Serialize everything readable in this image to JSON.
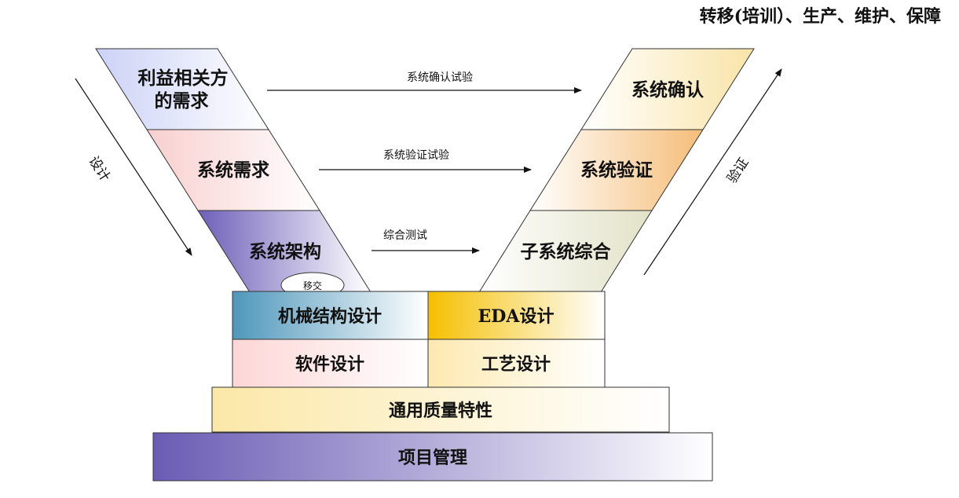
{
  "top_label": "转移(培训）、生产、维护、保障",
  "left_arrow_label": "设计",
  "right_arrow_label": "验证",
  "left_v": {
    "stakeholder_line1": "利益相关方",
    "stakeholder_line2": "的需求",
    "system_requirements": "系统需求",
    "system_architecture": "系统架构",
    "handover": "移交"
  },
  "right_v": {
    "system_validation": "系统确认",
    "system_verification": "系统验证",
    "subsystem_integration": "子系统综合"
  },
  "tests": {
    "validation_test": "系统确认试验",
    "verification_test": "系统验证试验",
    "integration_test": "综合测试"
  },
  "base": {
    "mechanical_design": "机械结构设计",
    "eda_design": "EDA设计",
    "software_design": "软件设计",
    "process_design": "工艺设计",
    "quality": "通用质量特性",
    "project_management": "项目管理"
  },
  "colors": {
    "stakeholder": "#dfe3fa",
    "system_requirements": "#fbdcdc",
    "system_architecture": "#7a6cc0",
    "right_v": "#fbe8b8",
    "verification": "#f7c78a",
    "integration": "#e8e8d2",
    "mechanical": "#5a9fc0",
    "eda": "#f5c000",
    "project_management": "#6e60b8"
  }
}
